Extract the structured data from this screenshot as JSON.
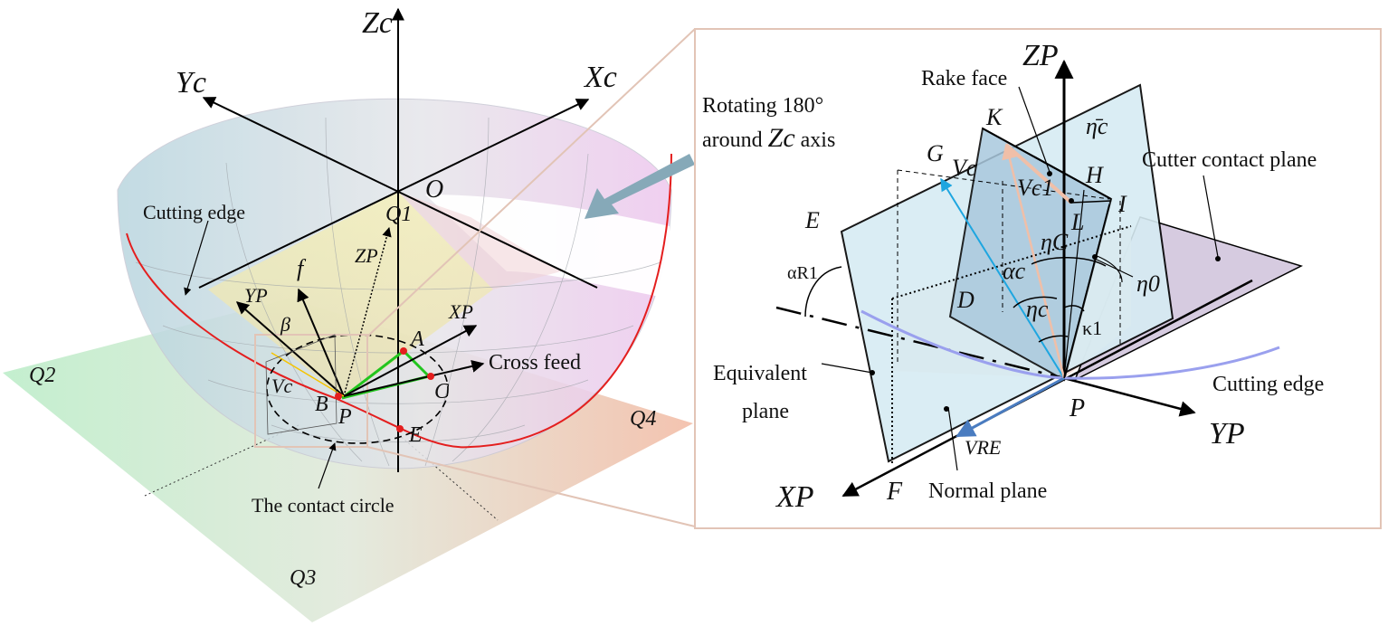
{
  "left": {
    "axes": {
      "zc": "Zc",
      "yc": "Yc",
      "xc": "Xc",
      "o": "O",
      "q1": "Q1"
    },
    "labels": {
      "cutting_edge": "Cutting edge",
      "zp": "ZP",
      "f": "f",
      "yp": "YP",
      "xp": "XP",
      "beta": "β",
      "a": "A",
      "c": "C",
      "cross_feed": "Cross feed",
      "vc": "Vc",
      "b": "B",
      "p": "P",
      "e": "E",
      "contact_circle": "The contact circle",
      "q2": "Q2",
      "q3": "Q3",
      "q4": "Q4"
    }
  },
  "rotation_note": {
    "line1": "Rotating 180°",
    "line2_pre": "around ",
    "line2_axis": "Zc",
    "line2_post": " axis"
  },
  "right": {
    "labels": {
      "zp": "ZP",
      "rake_face": "Rake face",
      "k": "K",
      "eta_bar": "η̄c",
      "g": "G",
      "vc": "Vc",
      "h": "H",
      "vc1": "Vc1",
      "i": "I",
      "l": "L",
      "cutter_contact_plane": "Cutter contact plane",
      "e": "E",
      "eta_c_upper": "ηC",
      "alpha_r1": "αR1",
      "alpha_c": "αc",
      "eta0": "η0",
      "d": "D",
      "eta_c": "ηc",
      "kappa1": "κ1",
      "equivalent_plane_1": "Equivalent",
      "equivalent_plane_2": "plane",
      "cutting_edge": "Cutting edge",
      "p": "P",
      "yp": "YP",
      "vre": "VRE",
      "xp": "XP",
      "f": "F",
      "normal_plane": "Normal plane"
    }
  },
  "colors": {
    "cutting_edge_left": "#e41e1e",
    "cutting_edge_right": "#9aa0ee",
    "vc_vector": "#1ea6e0",
    "vc1_vector": "#f0bfa8",
    "vre_vector": "#4a7cc0",
    "green_path": "#22c51e",
    "callout_frame": "#e2c4b6",
    "rotation_arrow": "#86a9b8"
  }
}
